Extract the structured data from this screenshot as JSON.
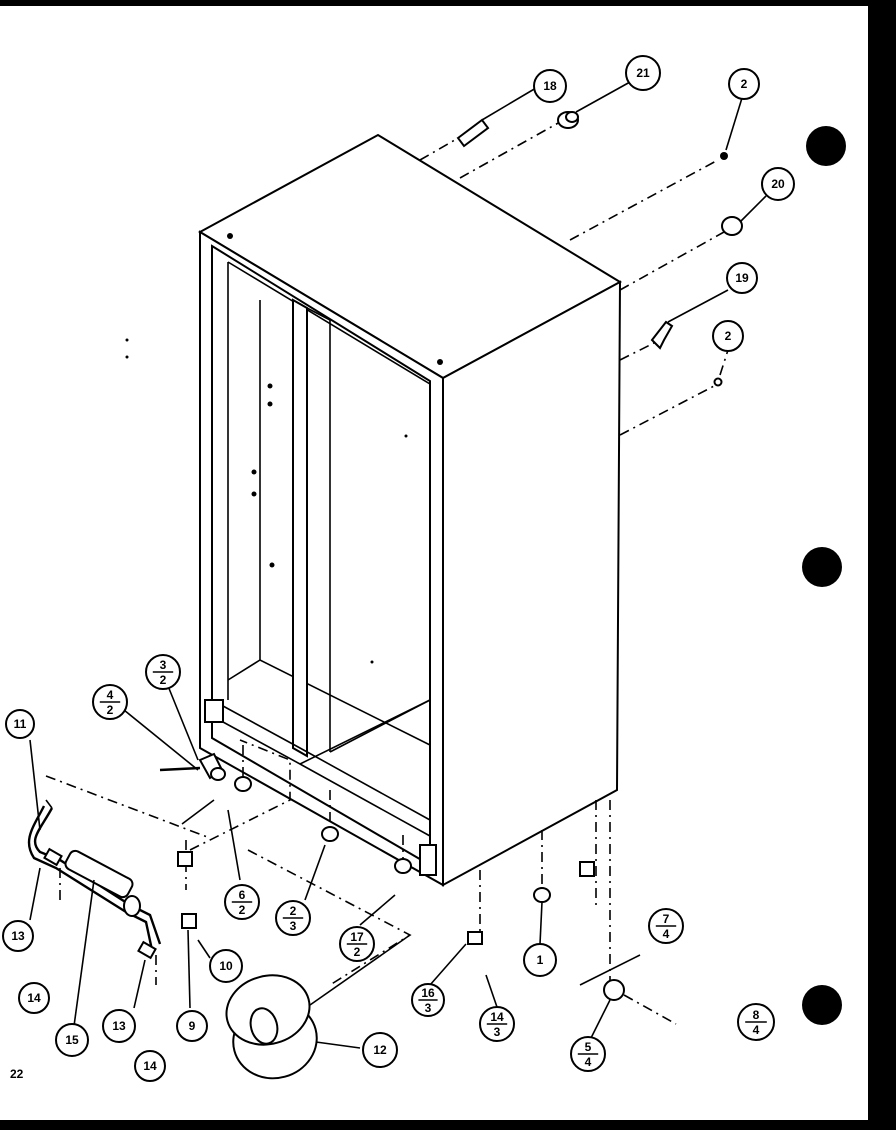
{
  "diagram": {
    "page_number": "22",
    "callouts": [
      {
        "id": "c18",
        "label": "18"
      },
      {
        "id": "c21",
        "label": "21"
      },
      {
        "id": "c2a",
        "label": "2"
      },
      {
        "id": "c20",
        "label": "20"
      },
      {
        "id": "c19",
        "label": "19"
      },
      {
        "id": "c2b",
        "label": "2"
      },
      {
        "id": "c11",
        "label": "11"
      },
      {
        "id": "c13a",
        "label": "13"
      },
      {
        "id": "c14a",
        "label": "14"
      },
      {
        "id": "c15",
        "label": "15"
      },
      {
        "id": "c13b",
        "label": "13"
      },
      {
        "id": "c14b",
        "label": "14"
      },
      {
        "id": "c9",
        "label": "9"
      },
      {
        "id": "c10",
        "label": "10"
      },
      {
        "id": "c12",
        "label": "12"
      },
      {
        "id": "c1",
        "label": "1"
      }
    ],
    "fraction_callouts": [
      {
        "id": "f32",
        "top": "3",
        "bottom": "2"
      },
      {
        "id": "f42",
        "top": "4",
        "bottom": "2"
      },
      {
        "id": "f62",
        "top": "6",
        "bottom": "2"
      },
      {
        "id": "f23",
        "top": "2",
        "bottom": "3"
      },
      {
        "id": "f172",
        "top": "17",
        "bottom": "2"
      },
      {
        "id": "f163",
        "top": "16",
        "bottom": "3"
      },
      {
        "id": "f143",
        "top": "14",
        "bottom": "3"
      },
      {
        "id": "f74",
        "top": "7",
        "bottom": "4"
      },
      {
        "id": "f84",
        "top": "8",
        "bottom": "4"
      },
      {
        "id": "f54",
        "top": "5",
        "bottom": "4"
      }
    ]
  }
}
